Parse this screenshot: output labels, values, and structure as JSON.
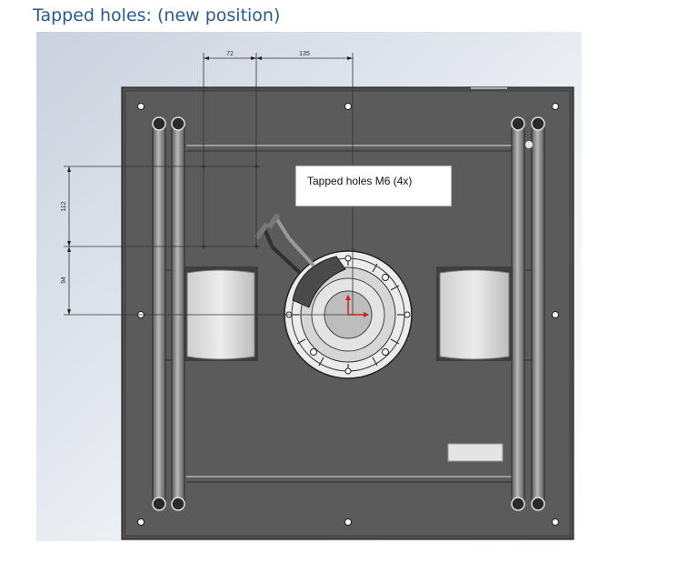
{
  "heading": "Tapped holes: (new position)",
  "callout": {
    "text": "Tapped holes M6 (4x)"
  },
  "dimensions": {
    "horizontal_1": "72",
    "horizontal_2": "135",
    "vertical_1": "112",
    "vertical_2": "94"
  },
  "colors": {
    "heading": "#2e5a88",
    "panel": "#555555",
    "panel_dark": "#3c3c3c",
    "rail": "#888888",
    "axis_x": "#d02020",
    "axis_y": "#d02020"
  }
}
